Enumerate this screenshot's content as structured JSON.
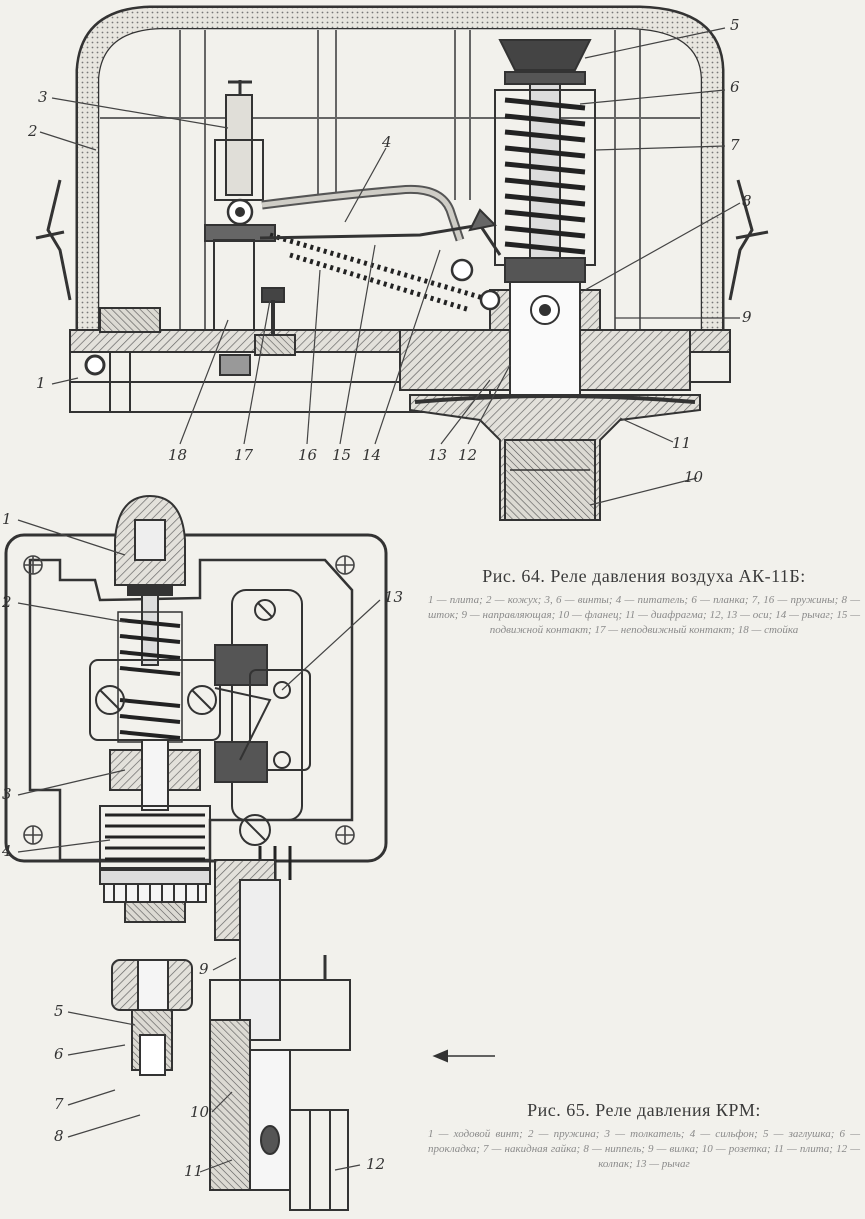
{
  "figure64": {
    "callouts": [
      "1",
      "2",
      "3",
      "4",
      "5",
      "6",
      "7",
      "8",
      "9",
      "10",
      "11",
      "12",
      "13",
      "14",
      "15",
      "16",
      "17",
      "18"
    ],
    "caption_title": "Рис. 64. Реле давления воздуха АК-11Б:",
    "caption_text": "1 — плита; 2 — кожух; 3, 6 — винты; 4 — питатель; 6 — планка; 7, 16 — пружины; 8 — шток; 9 — направляющая; 10 — фланец; 11 — диафрагма; 12, 13 — оси; 14 — рычаг; 15 — подвижной контакт; 17 — неподвижный контакт; 18 — стойка"
  },
  "figure65": {
    "callouts": [
      "1",
      "2",
      "3",
      "4",
      "5",
      "6",
      "7",
      "8",
      "9",
      "10",
      "11",
      "12",
      "13"
    ],
    "caption_title": "Рис. 65. Реле давления КРМ:",
    "caption_text": "1 — ходовой винт; 2 — пружина; 3 — толкатель; 4 — сильфон; 5 — заглушка; 6 — прокладка; 7 — накидная гайка; 8 — ниппель; 9 — вилка; 10 — розетка; 11 — плита; 12 — колпак; 13 — рычаг"
  }
}
